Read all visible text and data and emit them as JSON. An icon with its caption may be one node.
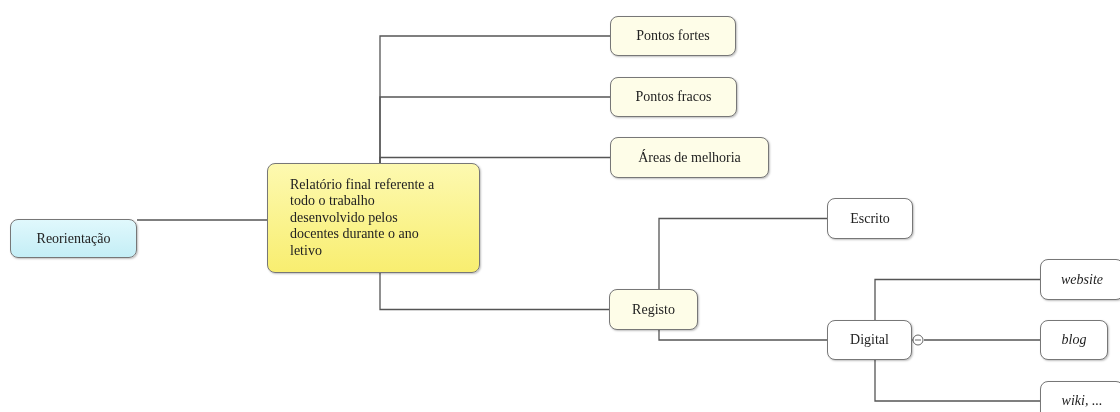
{
  "diagram": {
    "nodes": [
      {
        "text": [
          "Reorientação"
        ]
      },
      {
        "text": [
          "Relatório final referente a todo o trabalho desenvolvido pelos docentes durante o ano letivo"
        ]
      },
      {
        "text": [
          "Pontos fortes"
        ]
      },
      {
        "text": [
          "Pontos fracos"
        ]
      },
      {
        "text": [
          "Áreas de melhoria"
        ]
      },
      {
        "text": [
          "Registo"
        ]
      },
      {
        "text": [
          "Escrito"
        ]
      },
      {
        "text": [
          "Digital"
        ]
      },
      {
        "text": [
          "website"
        ]
      },
      {
        "text": [
          "blog"
        ]
      },
      {
        "text": [
          "wiki, ..."
        ]
      }
    ],
    "edges": [
      {
        "from": 0,
        "to": 1,
        "arrow": "none"
      },
      {
        "from": 1,
        "to": 2,
        "arrow": "none"
      },
      {
        "from": 1,
        "to": 3,
        "arrow": "none"
      },
      {
        "from": 1,
        "to": 4,
        "arrow": "none"
      },
      {
        "from": 1,
        "to": 5,
        "arrow": "none"
      },
      {
        "from": 5,
        "to": 6,
        "arrow": "none"
      },
      {
        "from": 5,
        "to": 7,
        "arrow": "none"
      },
      {
        "from": 7,
        "to": 8,
        "arrow": "none"
      },
      {
        "from": 7,
        "to": 9,
        "arrow": "none"
      },
      {
        "from": 7,
        "to": 10,
        "arrow": "none"
      }
    ]
  }
}
